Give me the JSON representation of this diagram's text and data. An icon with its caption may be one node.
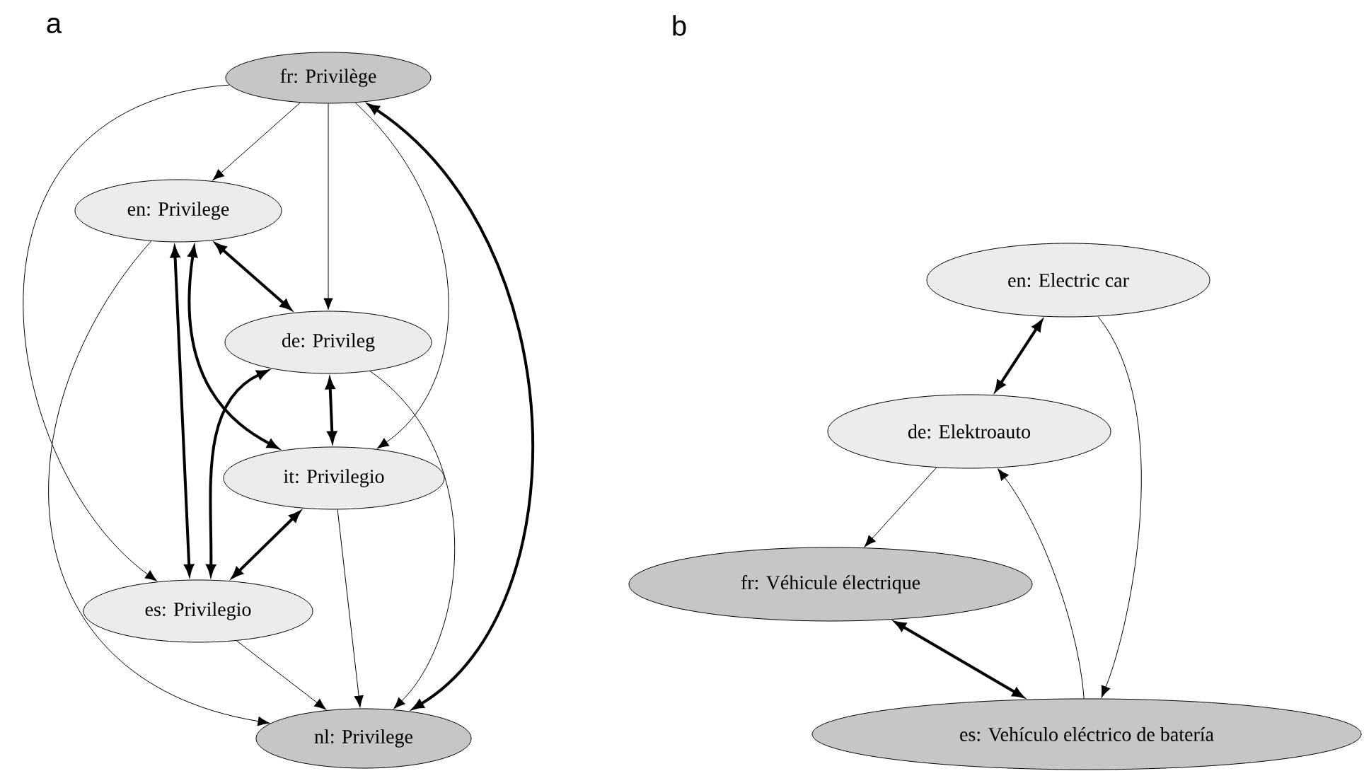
{
  "diagram": {
    "nodes": [
      {
        "text": [
          "fr: Privilège"
        ]
      },
      {
        "text": [
          "en: Privilege"
        ]
      },
      {
        "text": [
          "de: Privileg"
        ]
      },
      {
        "text": [
          "it: Privilegio"
        ]
      },
      {
        "text": [
          "es: Privilegio"
        ]
      },
      {
        "text": [
          "nl: Privilege"
        ]
      },
      {
        "text": [
          "en: Electric car"
        ]
      },
      {
        "text": [
          "de: Elektroauto"
        ]
      },
      {
        "text": [
          "fr: Véhicule électrique"
        ]
      },
      {
        "text": [
          "es: Vehículo eléctrico de batería"
        ]
      }
    ],
    "edges": [
      {
        "from": 0,
        "to": 1,
        "arrow": "to"
      },
      {
        "from": 0,
        "to": 2,
        "arrow": "to"
      },
      {
        "from": 0,
        "to": 3,
        "arrow": "to"
      },
      {
        "from": 0,
        "to": 4,
        "arrow": "to"
      },
      {
        "from": 0,
        "to": 5,
        "arrow": "both",
        "style": "thick"
      },
      {
        "from": 1,
        "to": 2,
        "arrow": "both",
        "style": "thick"
      },
      {
        "from": 1,
        "to": 3,
        "arrow": "both",
        "style": "thick"
      },
      {
        "from": 1,
        "to": 4,
        "arrow": "both",
        "style": "thick"
      },
      {
        "from": 2,
        "to": 4,
        "arrow": "both",
        "style": "thick"
      },
      {
        "from": 2,
        "to": 3,
        "arrow": "both",
        "style": "thick"
      },
      {
        "from": 3,
        "to": 4,
        "arrow": "both",
        "style": "thick"
      },
      {
        "from": 1,
        "to": 5,
        "arrow": "to"
      },
      {
        "from": 2,
        "to": 5,
        "arrow": "to"
      },
      {
        "from": 3,
        "to": 5,
        "arrow": "to"
      },
      {
        "from": 4,
        "to": 5,
        "arrow": "to"
      },
      {
        "from": 6,
        "to": 7,
        "arrow": "both",
        "style": "thick"
      },
      {
        "from": 6,
        "to": 9,
        "arrow": "to"
      },
      {
        "from": 7,
        "to": 8,
        "arrow": "to"
      },
      {
        "from": 9,
        "to": 7,
        "arrow": "to"
      },
      {
        "from": 8,
        "to": 9,
        "arrow": "both",
        "style": "thick"
      }
    ],
    "labels": [
      "a",
      "b"
    ]
  }
}
